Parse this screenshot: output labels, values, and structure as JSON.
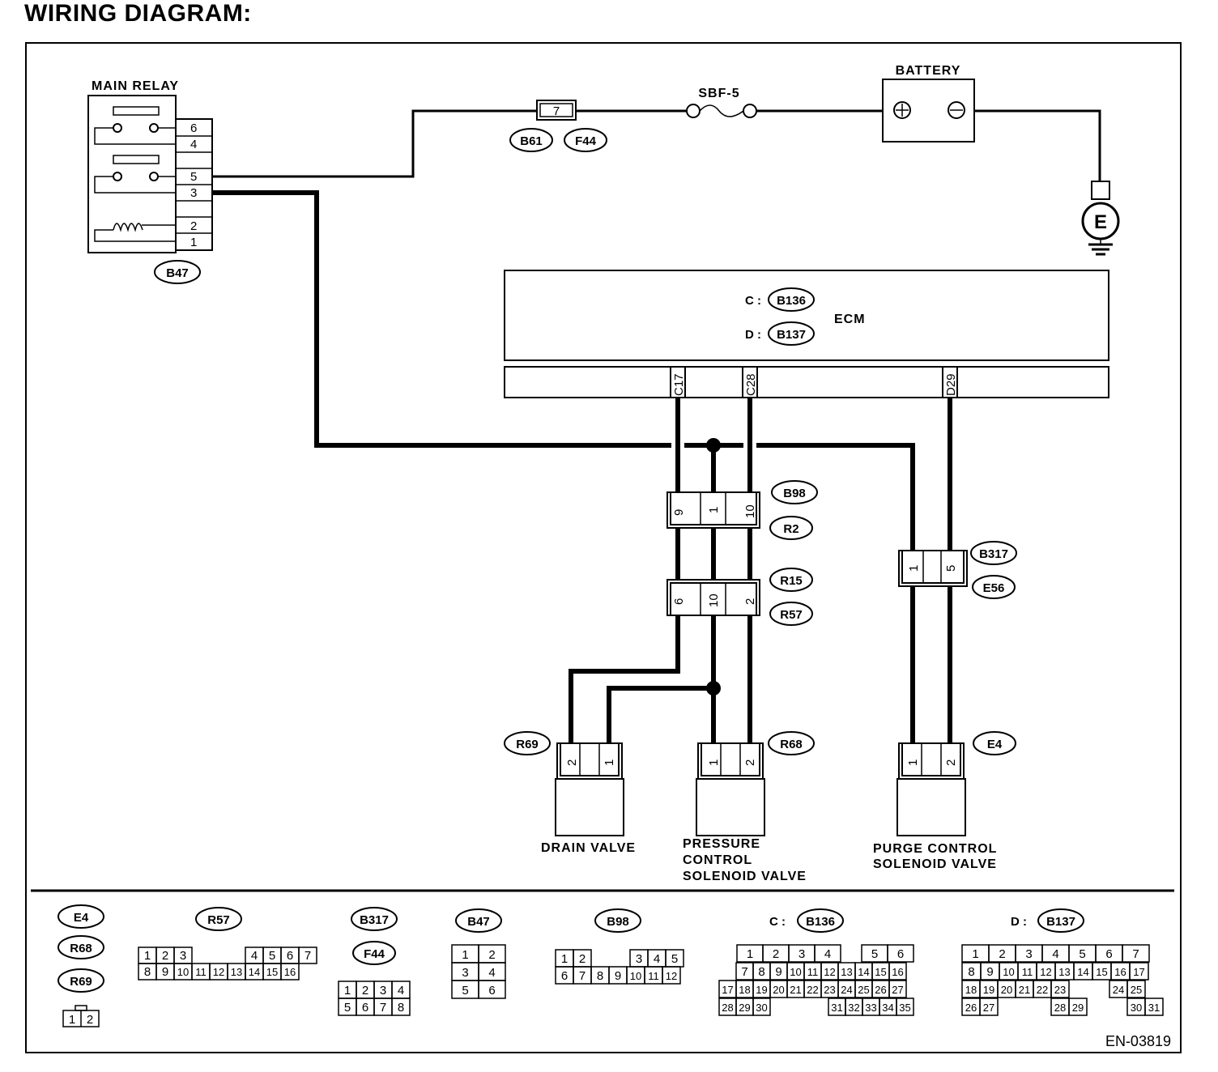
{
  "title": "WIRING DIAGRAM:",
  "main_relay": {
    "label": "MAIN RELAY",
    "pins": [
      "6",
      "4",
      "5",
      "3",
      "2",
      "1"
    ],
    "connector": "B47"
  },
  "fuse": {
    "number": "7",
    "connectors": [
      "B61",
      "F44"
    ]
  },
  "sbf": {
    "label": "SBF-5"
  },
  "battery": {
    "label": "BATTERY"
  },
  "ground": {
    "label": "E"
  },
  "ecm": {
    "label": "ECM",
    "conn_c_prefix": "C :",
    "conn_c": "B136",
    "conn_d_prefix": "D :",
    "conn_d": "B137",
    "pins": [
      "C17",
      "C28",
      "D29"
    ]
  },
  "b98_r2": {
    "tags": [
      "B98",
      "R2"
    ],
    "pins": [
      "9",
      "1",
      "10"
    ]
  },
  "r15_r57": {
    "tags": [
      "R15",
      "R57"
    ],
    "pins": [
      "6",
      "10",
      "2"
    ]
  },
  "b317_e56": {
    "tags": [
      "B317",
      "E56"
    ],
    "pins": [
      "1",
      "5"
    ]
  },
  "drain_valve": {
    "label": "DRAIN VALVE",
    "tag": "R69",
    "pins": [
      "2",
      "1"
    ]
  },
  "pressure_valve": {
    "label_lines": [
      "PRESSURE",
      "CONTROL",
      "SOLENOID VALVE"
    ],
    "tag": "R68",
    "pins": [
      "1",
      "2"
    ]
  },
  "purge_valve": {
    "label_lines": [
      "PURGE CONTROL",
      "SOLENOID VALVE"
    ],
    "tag": "E4",
    "pins": [
      "1",
      "2"
    ]
  },
  "legend": {
    "e4_group": {
      "tags": [
        "E4",
        "R68",
        "R69"
      ],
      "pins": [
        "1",
        "2"
      ]
    },
    "r57": {
      "tag": "R57",
      "row1": [
        "1",
        "2",
        "3",
        "4",
        "5",
        "6",
        "7"
      ],
      "row2": [
        "8",
        "9",
        "10",
        "11",
        "12",
        "13",
        "14",
        "15",
        "16"
      ]
    },
    "b317_f44": {
      "tags": [
        "B317",
        "F44"
      ],
      "row1": [
        "1",
        "2",
        "3",
        "4"
      ],
      "row2": [
        "5",
        "6",
        "7",
        "8"
      ]
    },
    "b47": {
      "tag": "B47",
      "rows": [
        [
          "1",
          "2"
        ],
        [
          "3",
          "4"
        ],
        [
          "5",
          "6"
        ]
      ]
    },
    "b98": {
      "tag": "B98",
      "row1": [
        "1",
        "2",
        "3",
        "4",
        "5"
      ],
      "row2": [
        "6",
        "7",
        "8",
        "9",
        "10",
        "11",
        "12"
      ]
    },
    "b136": {
      "prefix": "C :",
      "tag": "B136",
      "row1": [
        "1",
        "2",
        "3",
        "4",
        "5",
        "6"
      ],
      "row2": [
        "7",
        "8",
        "9",
        "10",
        "11",
        "12",
        "13",
        "14",
        "15",
        "16"
      ],
      "row3": [
        "17",
        "18",
        "19",
        "20",
        "21",
        "22",
        "23",
        "24",
        "25",
        "26",
        "27"
      ],
      "row4": [
        "28",
        "29",
        "30",
        "31",
        "32",
        "33",
        "34",
        "35"
      ]
    },
    "b137": {
      "prefix": "D :",
      "tag": "B137",
      "row1": [
        "1",
        "2",
        "3",
        "4",
        "5",
        "6",
        "7"
      ],
      "row2": [
        "8",
        "9",
        "10",
        "11",
        "12",
        "13",
        "14",
        "15",
        "16",
        "17"
      ],
      "row3": [
        "18",
        "19",
        "20",
        "21",
        "22",
        "23",
        "24",
        "25"
      ],
      "row4": [
        "26",
        "27",
        "28",
        "29",
        "30",
        "31"
      ]
    }
  },
  "doc_id": "EN-03819"
}
